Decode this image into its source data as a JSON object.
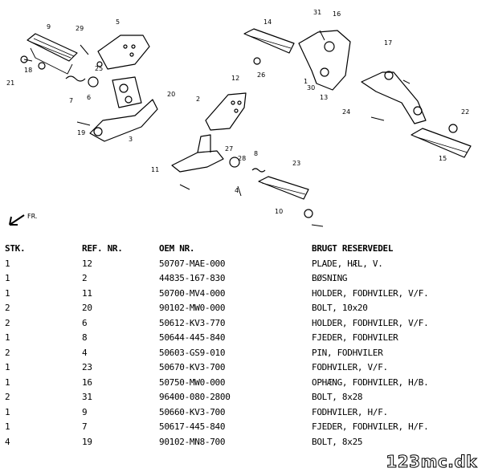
{
  "diagram": {
    "direction_label": "FR.",
    "callouts": [
      "1",
      "2",
      "3",
      "4",
      "5",
      "6",
      "7",
      "8",
      "9",
      "10",
      "11",
      "12",
      "13",
      "14",
      "15",
      "16",
      "17",
      "18",
      "19",
      "20",
      "21",
      "22",
      "23",
      "24",
      "25",
      "26",
      "27",
      "28",
      "29",
      "30",
      "31"
    ]
  },
  "table": {
    "headers": {
      "qty": "STK.",
      "ref": "REF. NR.",
      "oem": "OEM NR.",
      "desc": "BRUGT RESERVEDEL"
    },
    "rows": [
      {
        "qty": "1",
        "ref": "12",
        "oem": "50707-MAE-000",
        "desc": "PLADE, HÆL, V."
      },
      {
        "qty": "1",
        "ref": "2",
        "oem": "44835-167-830",
        "desc": "BØSNING"
      },
      {
        "qty": "1",
        "ref": "11",
        "oem": "50700-MV4-000",
        "desc": "HOLDER, FODHVILER, V/F."
      },
      {
        "qty": "2",
        "ref": "20",
        "oem": "90102-MW0-000",
        "desc": "BOLT, 10x20"
      },
      {
        "qty": "2",
        "ref": "6",
        "oem": "50612-KV3-770",
        "desc": "HOLDER, FODHVILER, V/F."
      },
      {
        "qty": "1",
        "ref": "8",
        "oem": "50644-445-840",
        "desc": "FJEDER, FODHVILER"
      },
      {
        "qty": "2",
        "ref": "4",
        "oem": "50603-GS9-010",
        "desc": "PIN, FODHVILER"
      },
      {
        "qty": "1",
        "ref": "23",
        "oem": "50670-KV3-700",
        "desc": "FODHVILER, V/F."
      },
      {
        "qty": "1",
        "ref": "16",
        "oem": "50750-MW0-000",
        "desc": "OPHÆNG, FODHVILER, H/B."
      },
      {
        "qty": "2",
        "ref": "31",
        "oem": "96400-080-2800",
        "desc": "BOLT, 8x28"
      },
      {
        "qty": "1",
        "ref": "9",
        "oem": "50660-KV3-700",
        "desc": "FODHVILER, H/F."
      },
      {
        "qty": "1",
        "ref": "7",
        "oem": "50617-445-840",
        "desc": "FJEDER, FODHVILER, H/F."
      },
      {
        "qty": "4",
        "ref": "19",
        "oem": "90102-MN8-700",
        "desc": "BOLT, 8x25"
      }
    ]
  },
  "watermark": "123mc.dk"
}
